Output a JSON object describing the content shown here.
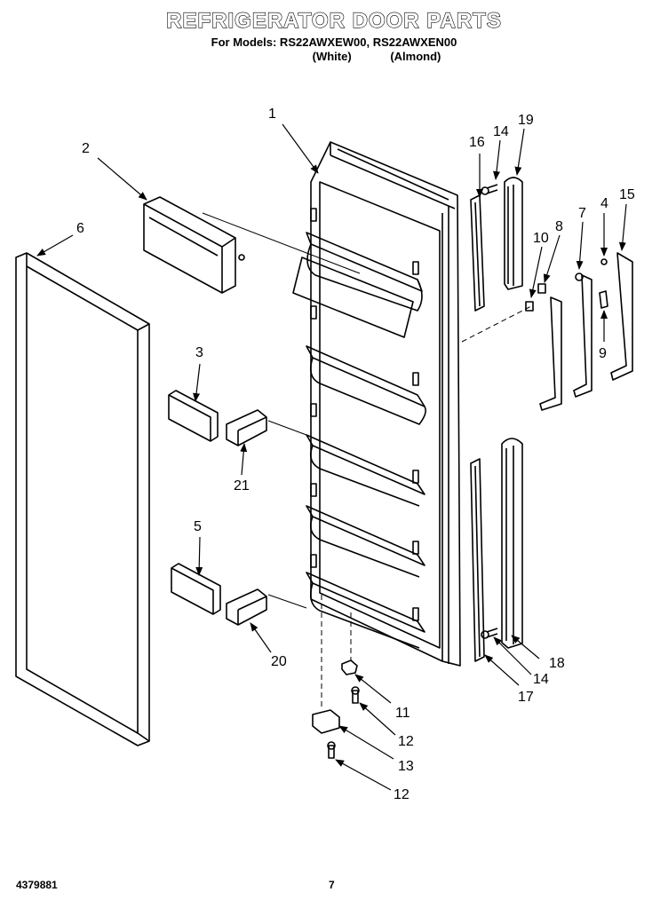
{
  "header": {
    "title": "REFRIGERATOR DOOR PARTS",
    "models_line": "For Models: RS22AWXEW00, RS22AWXEN00",
    "color_white": "(White)",
    "color_almond": "(Almond)"
  },
  "callouts": [
    "1",
    "2",
    "3",
    "4",
    "5",
    "6",
    "7",
    "8",
    "9",
    "10",
    "11",
    "12",
    "12",
    "13",
    "14",
    "14",
    "15",
    "16",
    "17",
    "18",
    "19",
    "20",
    "21"
  ],
  "footer": {
    "doc_number": "4379881",
    "page_number": "7"
  }
}
